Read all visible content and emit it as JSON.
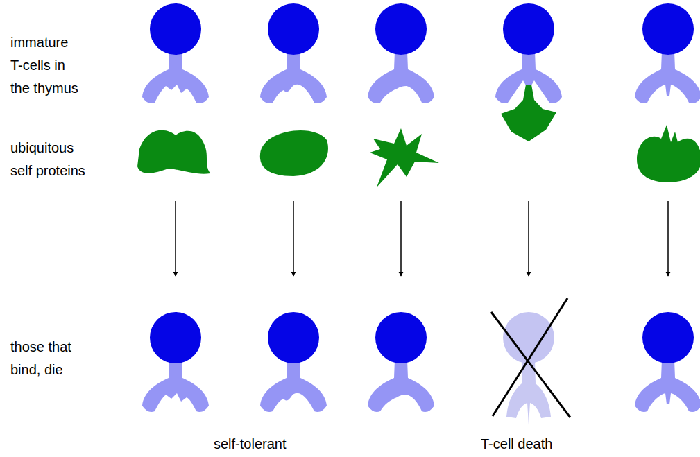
{
  "diagram": {
    "labels": [
      "immature T-cells in the thymus",
      "ubiquitous self proteins",
      "those that bind, die",
      "self-tolerant",
      "T-cell death"
    ]
  }
}
